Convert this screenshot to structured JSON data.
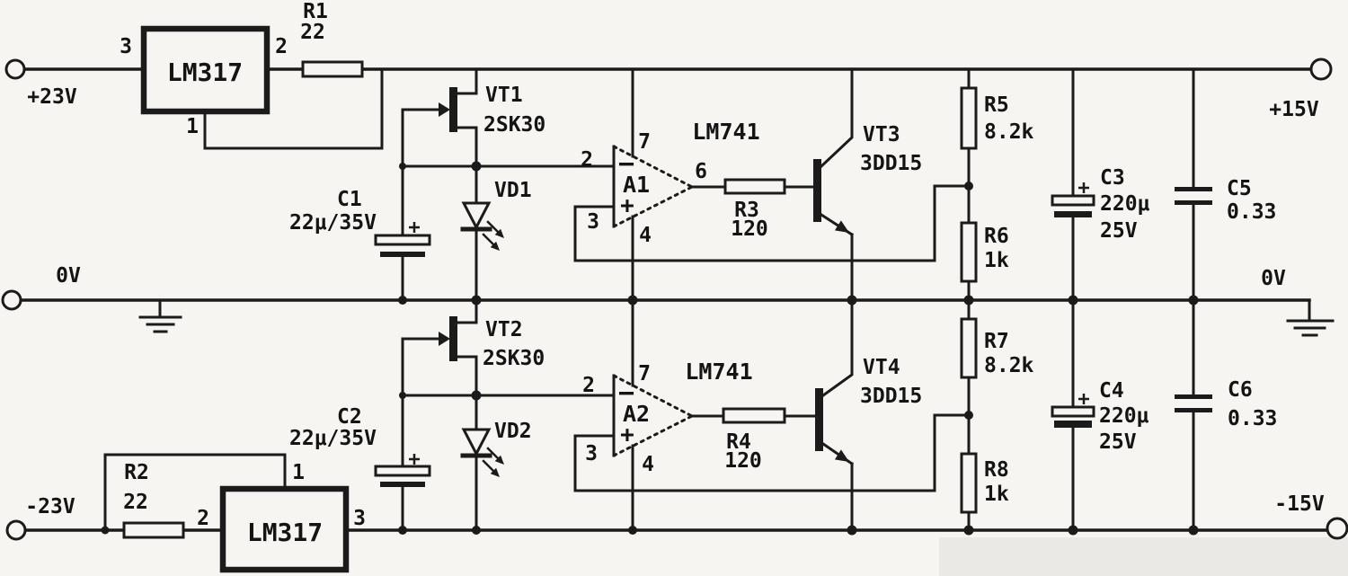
{
  "terminals": {
    "in_pos": "+23V",
    "in_neg": "-23V",
    "gnd_left": "0V",
    "gnd_right": "0V",
    "out_pos": "+15V",
    "out_neg": "-15V"
  },
  "regulators": {
    "top": {
      "part": "LM317",
      "pin_in": "3",
      "pin_out": "2",
      "pin_adj": "1"
    },
    "bottom": {
      "part": "LM317",
      "pin_in": "3",
      "pin_out": "2",
      "pin_adj": "1"
    }
  },
  "opamps": {
    "a1": {
      "ref": "A1",
      "part": "LM741",
      "inv_mark": "−",
      "plus_mark": "+",
      "pin_inv": "2",
      "pin_noninv": "3",
      "pin_vplus": "7",
      "pin_vminus": "4",
      "pin_out": "6"
    },
    "a2": {
      "ref": "A2",
      "part": "LM741",
      "inv_mark": "−",
      "plus_mark": "+",
      "pin_inv": "2",
      "pin_noninv": "3",
      "pin_vplus": "7",
      "pin_vminus": "4"
    }
  },
  "resistors": {
    "r1": {
      "ref": "R1",
      "value": "22"
    },
    "r2": {
      "ref": "R2",
      "value": "22"
    },
    "r3": {
      "ref": "R3",
      "value": "120"
    },
    "r4": {
      "ref": "R4",
      "value": "120"
    },
    "r5": {
      "ref": "R5",
      "value": "8.2k"
    },
    "r6": {
      "ref": "R6",
      "value": "1k"
    },
    "r7": {
      "ref": "R7",
      "value": "8.2k"
    },
    "r8": {
      "ref": "R8",
      "value": "1k"
    }
  },
  "capacitors": {
    "c1": {
      "ref": "C1",
      "value": "22μ/35V"
    },
    "c2": {
      "ref": "C2",
      "value": "22μ/35V"
    },
    "c3": {
      "ref": "C3",
      "value": "220μ",
      "rating": "25V"
    },
    "c4": {
      "ref": "C4",
      "value": "220μ",
      "rating": "25V"
    },
    "c5": {
      "ref": "C5",
      "value": "0.33"
    },
    "c6": {
      "ref": "C6",
      "value": "0.33"
    }
  },
  "transistors": {
    "vt1": {
      "ref": "VT1",
      "part": "2SK30"
    },
    "vt2": {
      "ref": "VT2",
      "part": "2SK30"
    },
    "vt3": {
      "ref": "VT3",
      "part": "3DD15"
    },
    "vt4": {
      "ref": "VT4",
      "part": "3DD15"
    }
  },
  "diodes": {
    "vd1": {
      "ref": "VD1"
    },
    "vd2": {
      "ref": "VD2"
    }
  }
}
